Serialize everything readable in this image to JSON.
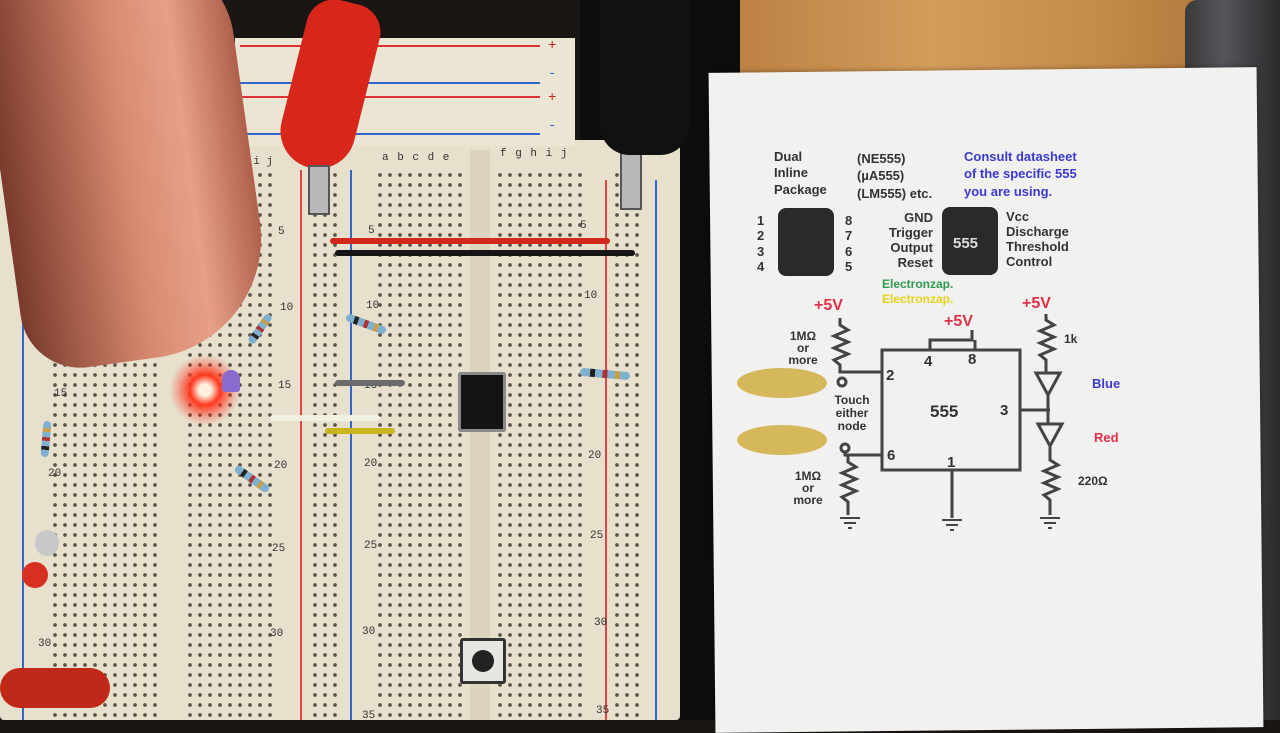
{
  "breadboard": {
    "rail_plus": "+",
    "rail_minus": "-",
    "cols_left": "a b c d e",
    "cols_right": "f g h i j",
    "cols_partial": "h i j",
    "rows": [
      "5",
      "10",
      "15",
      "20",
      "25",
      "30",
      "35"
    ]
  },
  "sheet": {
    "package_title": [
      "Dual",
      "Inline",
      "Package"
    ],
    "part_numbers": [
      "(NE555)",
      "(µA555)",
      "(LM555) etc."
    ],
    "note": [
      "Consult datasheet",
      "of the specific 555",
      "you are using."
    ],
    "pins_left": [
      "1",
      "2",
      "3",
      "4"
    ],
    "pins_right": [
      "8",
      "7",
      "6",
      "5"
    ],
    "pin_names_left": [
      "GND",
      "Trigger",
      "Output",
      "Reset"
    ],
    "pin_names_right": [
      "Vcc",
      "Discharge",
      "Threshold",
      "Control"
    ],
    "chip_label": "555",
    "brand": "Electronzap.",
    "brand_yellow": "Electronzap.",
    "supply": "+5V",
    "res_top": [
      "1MΩ",
      "or",
      "more"
    ],
    "res_bottom": [
      "1MΩ",
      "or",
      "more"
    ],
    "touch": [
      "Touch",
      "either",
      "node"
    ],
    "pin_numbers": {
      "p2": "2",
      "p3": "3",
      "p4": "4",
      "p8": "8",
      "p6": "6",
      "p1": "1"
    },
    "r_led": "1k",
    "led_blue": "Blue",
    "led_red": "Red",
    "r_220": "220Ω",
    "colors": {
      "blue": "#3a3ad0",
      "red": "#e0304a",
      "green": "#2f9a50",
      "yellow": "#e6d21e"
    }
  }
}
